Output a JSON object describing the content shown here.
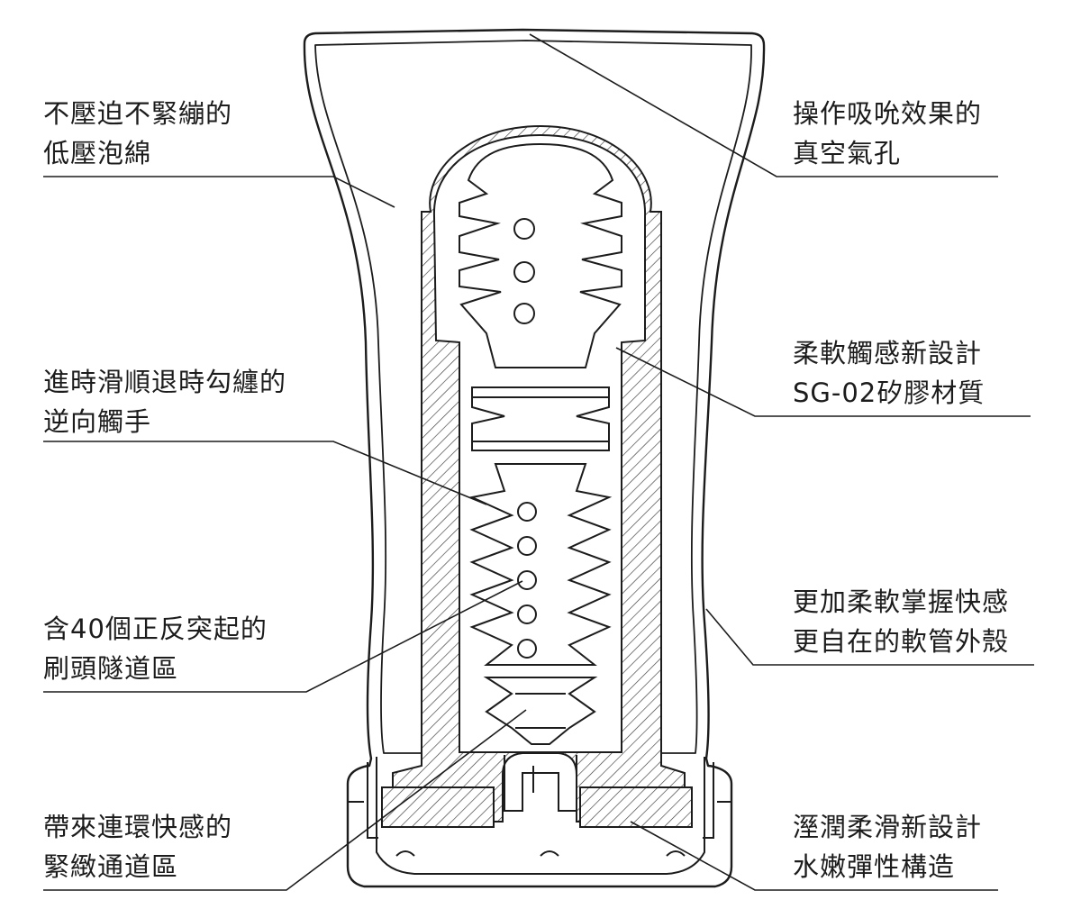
{
  "labels": {
    "foam": {
      "line1": "不壓迫不緊繃的",
      "line2": "低壓泡綿"
    },
    "tentacles": {
      "line1": "進時滑順退時勾纏的",
      "line2": "逆向觸手"
    },
    "brush_zone": {
      "line1": "含40個正反突起的",
      "line2": "刷頭隧道區"
    },
    "tight_zone": {
      "line1": "帶來連環快感的",
      "line2": "緊緻通道區"
    },
    "vacuum_hole": {
      "line1": "操作吸吮效果的",
      "line2": "真空氣孔"
    },
    "silicone": {
      "line1": "柔軟觸感新設計",
      "line2": "SG-02矽膠材質"
    },
    "soft_case": {
      "line1": "更加柔軟掌握快感",
      "line2": "更自在的軟管外殼"
    },
    "water_structure": {
      "line1": "溼潤柔滑新設計",
      "line2": "水嫩彈性構造"
    }
  },
  "colors": {
    "line": "#1c1c1c",
    "hatch": "#3a3a3a",
    "background": "#ffffff"
  }
}
